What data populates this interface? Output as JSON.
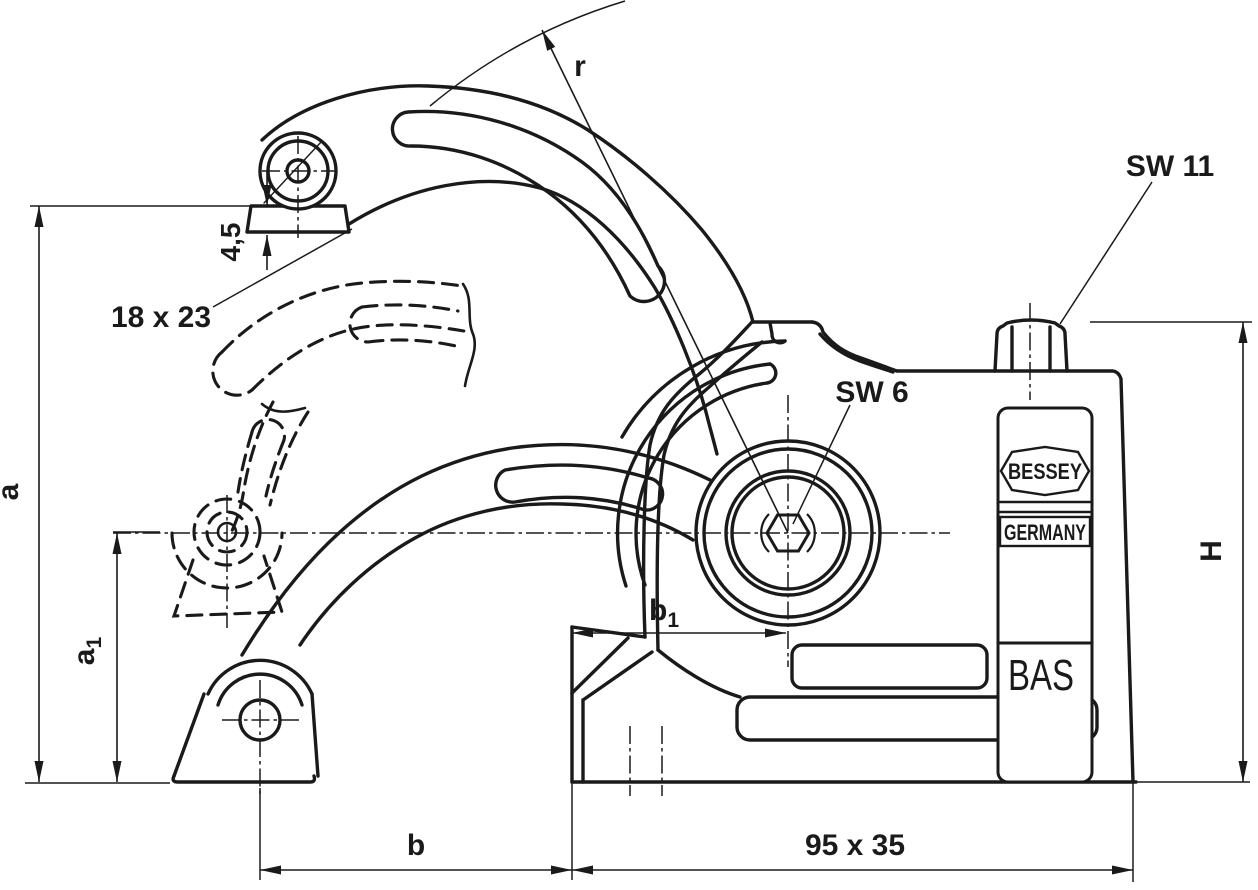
{
  "drawing": {
    "kind": "technical_drawing",
    "product_line": "BAS",
    "brand": "BESSEY",
    "origin_mark": "GERMANY",
    "colors": {
      "ink": "#1a1a1a",
      "background": "#ffffff"
    },
    "labels": [
      {
        "id": "radius",
        "text": "r"
      },
      {
        "id": "wrench-spindle",
        "text": "SW 11"
      },
      {
        "id": "wrench-screw",
        "text": "SW 6"
      },
      {
        "id": "pad-size",
        "text": "18 x 23"
      },
      {
        "id": "pad-thickness",
        "text": "4,5"
      },
      {
        "id": "dim-a",
        "text": "a",
        "sub": ""
      },
      {
        "id": "dim-a1",
        "text": "a",
        "sub": "1"
      },
      {
        "id": "dim-b",
        "text": "b",
        "sub": ""
      },
      {
        "id": "dim-b1",
        "text": "b",
        "sub": "1"
      },
      {
        "id": "dim-h",
        "text": "H"
      },
      {
        "id": "base-size",
        "text": "95 x 35"
      },
      {
        "id": "logo-bessey",
        "text": "BESSEY"
      },
      {
        "id": "logo-germany",
        "text": "GERMANY"
      },
      {
        "id": "logo-bas",
        "text": "BAS"
      }
    ]
  }
}
